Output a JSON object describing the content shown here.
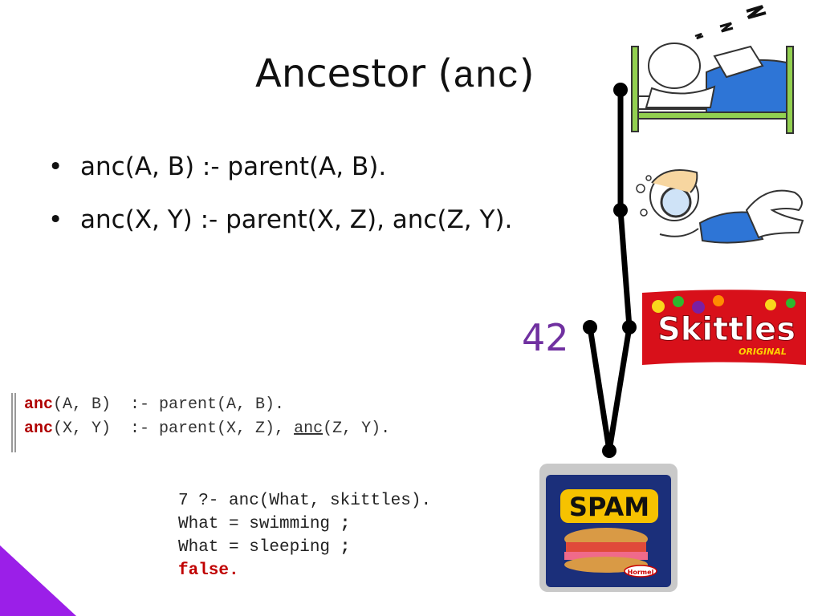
{
  "title": {
    "text": "Ancestor (",
    "code": "anc",
    "close": ")"
  },
  "bullets": [
    {
      "bullet": "•",
      "text": "anc(A, B) :- parent(A, B)."
    },
    {
      "bullet": "•",
      "text": "anc(X, Y) :- parent(X, Z), anc(Z, Y)."
    }
  ],
  "code": {
    "line1": {
      "kw": "anc",
      "rest": "(A, B)  :- parent(A, B)."
    },
    "line2": {
      "kw": "anc",
      "mid": "(X, Y)  :- parent(X, Z), ",
      "call": "anc",
      "rest": "(Z, Y)."
    }
  },
  "query": {
    "line1": "7 ?- anc(What, skittles).",
    "line2": {
      "text": "What = swimming ",
      "sep": ";"
    },
    "line3": {
      "text": "What = sleeping ",
      "sep": ";"
    },
    "line4": "false."
  },
  "label_42": "42",
  "images": {
    "sleeping": {
      "icon": "sleeping-person-in-bed",
      "zzz": "Z Z Z"
    },
    "swimming": {
      "icon": "swimming-person"
    },
    "skittles": {
      "icon": "skittles-bag",
      "brand": "Skittles",
      "sub": "ORIGINAL"
    },
    "spam": {
      "icon": "spam-can",
      "brand": "SPAM",
      "maker": "Hormel"
    }
  },
  "colors": {
    "accent": "#7030a0",
    "keyword": "#b00000",
    "corner": "#9b1fe8"
  }
}
